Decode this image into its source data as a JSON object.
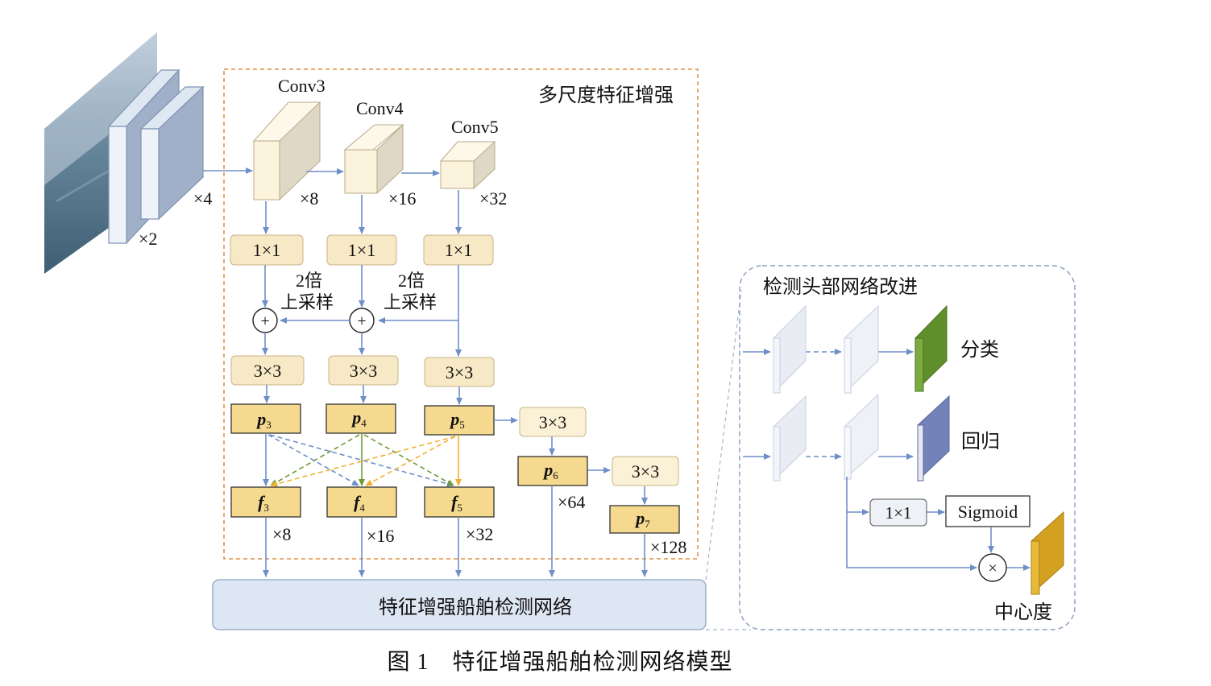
{
  "diagram": {
    "caption": "图 1　特征增强船舶检测网络模型",
    "backbone": {
      "scale_x2": "×2",
      "scale_x4": "×4"
    },
    "enhance_region": {
      "title": "多尺度特征增强",
      "stages": [
        {
          "name": "Conv3",
          "scale": "×8"
        },
        {
          "name": "Conv4",
          "scale": "×16"
        },
        {
          "name": "Conv5",
          "scale": "×32"
        }
      ],
      "conv1x1": "1×1",
      "conv3x3": "3×3",
      "upsample_line1": "2倍",
      "upsample_line2": "上采样",
      "plus": "+",
      "p_nodes": [
        "p",
        "p",
        "p",
        "p",
        "p"
      ],
      "p_subs": [
        "3",
        "4",
        "5",
        "6",
        "7"
      ],
      "f_nodes": [
        "f",
        "f",
        "f"
      ],
      "f_subs": [
        "3",
        "4",
        "5"
      ],
      "f_scales": [
        "×8",
        "×16",
        "×32"
      ],
      "p6_scale": "×64",
      "p7_scale": "×128"
    },
    "network_box": "特征增强船舶检测网络",
    "head": {
      "title": "检测头部网络改进",
      "classify": "分类",
      "regress": "回归",
      "conv1x1": "1×1",
      "sigmoid": "Sigmoid",
      "times": "×",
      "centerness": "中心度"
    },
    "colors": {
      "arrow": "#6f8fc8",
      "orange_border": "#e08a3a",
      "node_fill": "#f8e9c6",
      "p_fill": "#f5d98f",
      "green_dash": "#6e9a3a",
      "orange_dash": "#f0b030",
      "blue_dash": "#6f8fc8",
      "classify_green": "#5f8f2a",
      "regress_blue": "#7382b8",
      "center_gold": "#d4a020"
    }
  }
}
